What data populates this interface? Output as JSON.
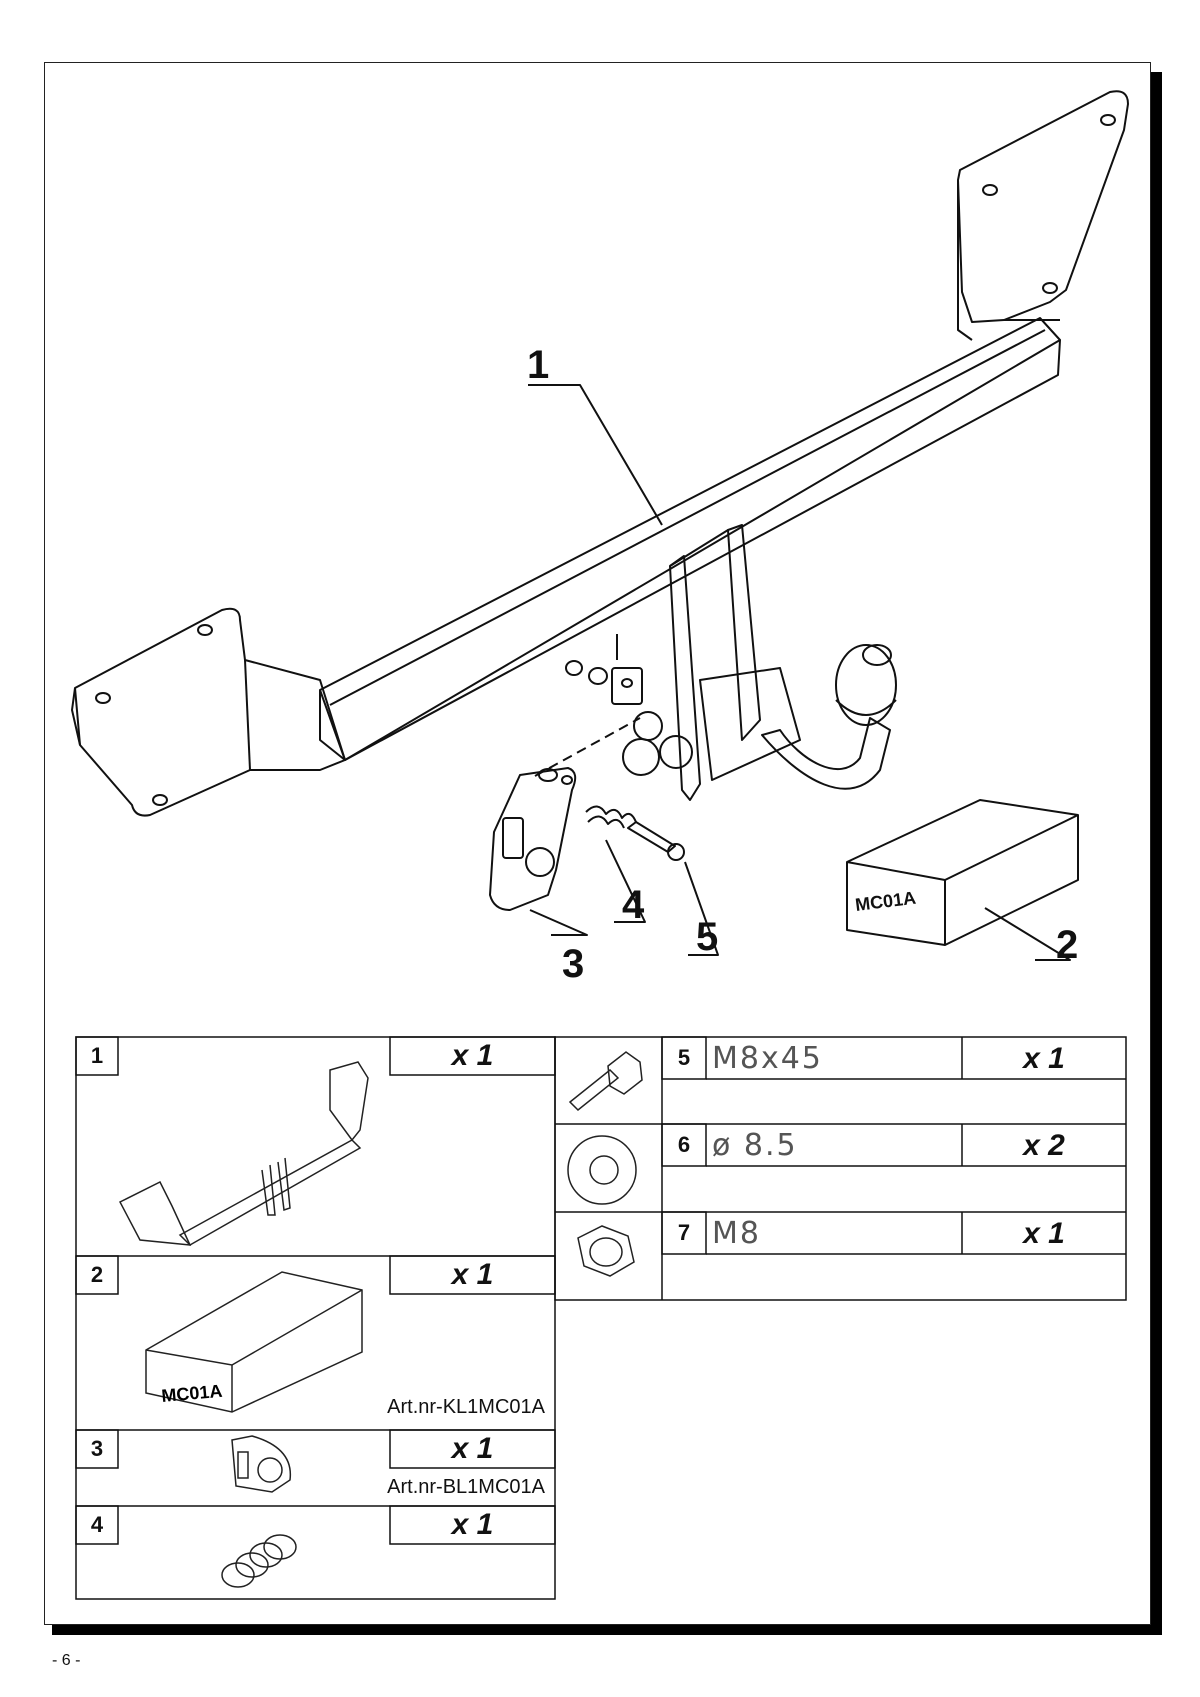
{
  "callouts": {
    "c1": "1",
    "c2": "2",
    "c3": "3",
    "c4": "4",
    "c5": "5"
  },
  "box_label": "MC01A",
  "parts": [
    {
      "num": "1",
      "qty": "x 1"
    },
    {
      "num": "2",
      "qty": "x 1",
      "art": "Art.nr-KL1MC01A",
      "box_label": "MC01A"
    },
    {
      "num": "3",
      "qty": "x 1",
      "art": "Art.nr-BL1MC01A"
    },
    {
      "num": "4",
      "qty": "x 1"
    },
    {
      "num": "5",
      "spec": "M8x45",
      "qty": "x 1"
    },
    {
      "num": "6",
      "spec": "ø 8.5",
      "qty": "x 2"
    },
    {
      "num": "7",
      "spec": "M8",
      "qty": "x 1"
    }
  ],
  "page_number": "- 6 -"
}
